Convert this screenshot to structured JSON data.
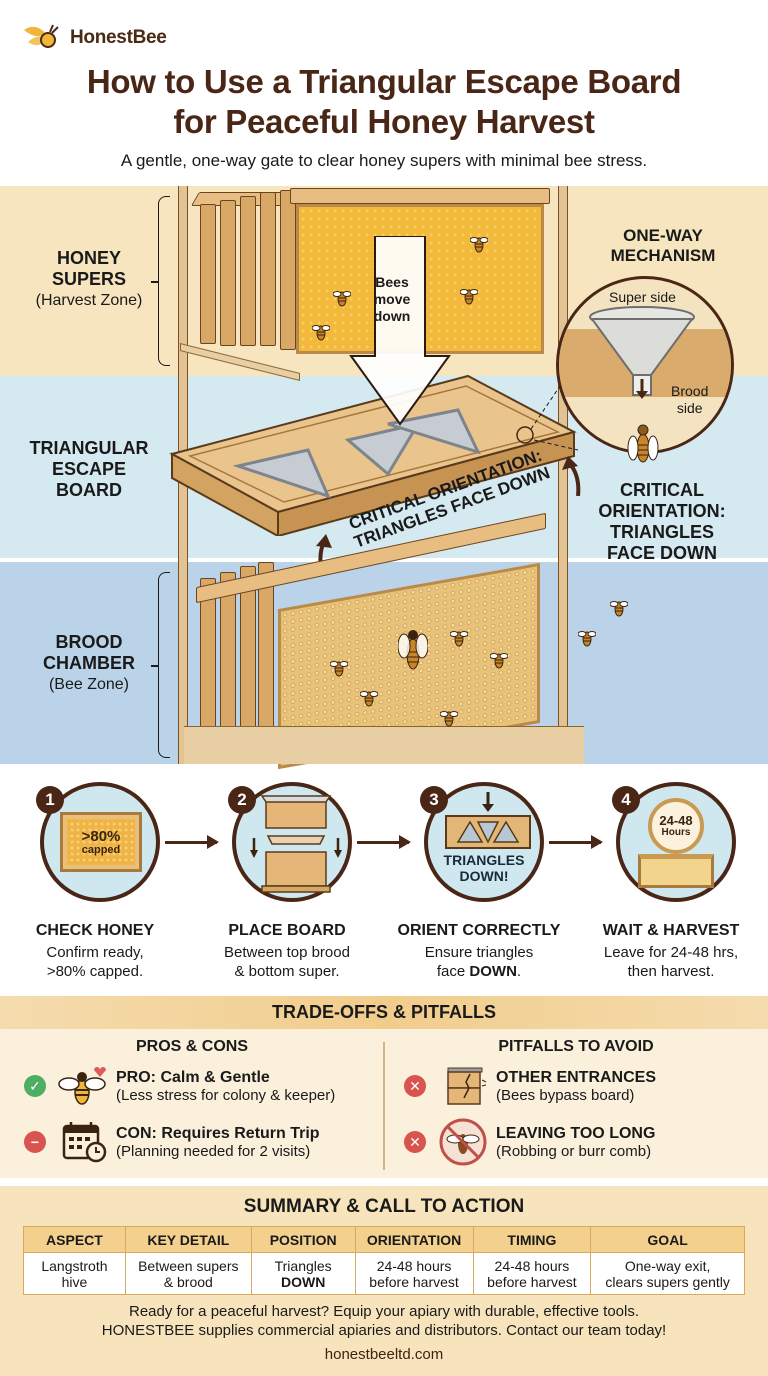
{
  "brand": {
    "name": "HonestBee",
    "logo_icon": "bee-logo-icon",
    "accent": "#f0b63a"
  },
  "header": {
    "title_line1": "How to Use a Triangular Escape Board",
    "title_line2": "for Peaceful Honey Harvest",
    "subtitle": "A gentle, one-way gate to clear honey supers with minimal bee stress."
  },
  "hero": {
    "zones": [
      {
        "label_line1": "HONEY",
        "label_line2": "SUPERS",
        "sub": "(Harvest Zone)",
        "color": "#f6e5bf"
      },
      {
        "label_line1": "TRIANGULAR",
        "label_line2": "ESCAPE",
        "label_line3": "BOARD",
        "color": "#d5e9f0"
      },
      {
        "label_line1": "BROOD",
        "label_line2": "CHAMBER",
        "sub": "(Bee Zone)",
        "color": "#bad3e8"
      }
    ],
    "arrow_label_line1": "Bees",
    "arrow_label_line2": "move",
    "arrow_label_line3": "down",
    "board_label_line1": "CRITICAL ORIENTATION:",
    "board_label_line2": "TRIANGLES FACE DOWN",
    "mechanism": {
      "title_line1": "ONE-WAY",
      "title_line2": "MECHANISM",
      "super_side": "Super side",
      "brood_side_line1": "Brood",
      "brood_side_line2": "side"
    },
    "critical": {
      "line1": "CRITICAL",
      "line2": "ORIENTATION:",
      "line3": "TRIANGLES",
      "line4": "FACE DOWN"
    }
  },
  "steps": [
    {
      "num": "1",
      "icon": "capped-frame-icon",
      "icon_text_line1": ">80%",
      "icon_text_line2": "capped",
      "title": "CHECK HONEY",
      "desc_line1": "Confirm ready,",
      "desc_line2": ">80% capped."
    },
    {
      "num": "2",
      "icon": "stack-boxes-icon",
      "title": "PLACE BOARD",
      "desc_line1": "Between top brood",
      "desc_line2": "& bottom super."
    },
    {
      "num": "3",
      "icon": "triangle-board-icon",
      "icon_text_line1": "TRIANGLES",
      "icon_text_line2": "DOWN!",
      "title": "ORIENT CORRECTLY",
      "desc_line1": "Ensure triangles",
      "desc_line2_pre": "face ",
      "desc_line2_bold": "DOWN",
      "desc_line2_post": "."
    },
    {
      "num": "4",
      "icon": "clock-icon",
      "icon_text_line1": "24-48",
      "icon_text_line2": "Hours",
      "title": "WAIT & HARVEST",
      "desc_line1": "Leave for 24-48 hrs,",
      "desc_line2": "then harvest."
    }
  ],
  "tradeoffs": {
    "header": "TRADE-OFFS & PITFALLS",
    "pros_cons": {
      "title": "PROS & CONS",
      "items": [
        {
          "status": "check",
          "icon": "happy-bee-icon",
          "heading": "PRO: Calm & Gentle",
          "detail": "(Less stress for colony & keeper)"
        },
        {
          "status": "minus",
          "icon": "calendar-clock-icon",
          "heading": "CON: Requires Return Trip",
          "detail": "(Planning needed for 2 visits)"
        }
      ]
    },
    "pitfalls": {
      "title": "PITFALLS TO AVOID",
      "items": [
        {
          "status": "x",
          "icon": "cracked-hive-icon",
          "heading": "OTHER ENTRANCES",
          "detail": "(Bees bypass board)"
        },
        {
          "status": "x",
          "icon": "no-bee-icon",
          "heading": "LEAVING TOO LONG",
          "detail": "(Robbing or burr comb)"
        }
      ]
    }
  },
  "summary": {
    "title": "SUMMARY & CALL TO ACTION",
    "columns": [
      "ASPECT",
      "KEY DETAIL",
      "POSITION",
      "ORIENTATION",
      "TIMING",
      "GOAL"
    ],
    "row": [
      {
        "line1": "Langstroth",
        "line2": "hive"
      },
      {
        "line1": "Between supers",
        "line2": "& brood"
      },
      {
        "line1": "Triangles",
        "line2": "DOWN"
      },
      {
        "line1": "24-48 hours",
        "line2": "before harvest"
      },
      {
        "line1": "24-48 hours",
        "line2": "before harvest"
      },
      {
        "line1": "One-way exit,",
        "line2": "clears supers gently"
      }
    ],
    "cta_line1": "Ready for a peaceful harvest? Equip your apiary with durable, effective tools.",
    "cta_line2": "HONESTBEE supplies commercial apiaries and distributors. Contact our team today!",
    "url": "honestbeeltd.com"
  }
}
